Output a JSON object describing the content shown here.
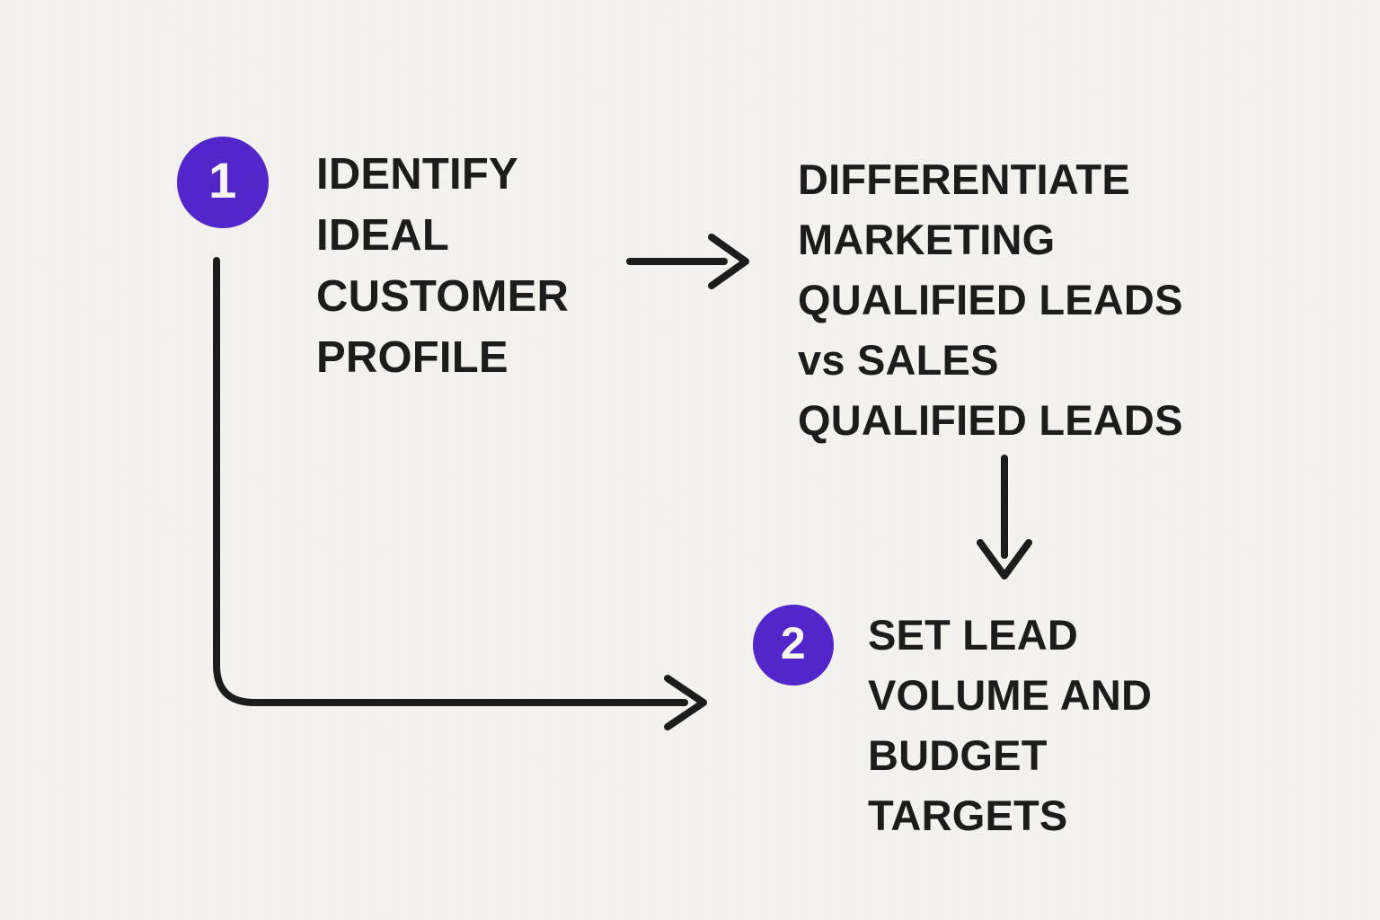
{
  "diagram": {
    "type": "flow-diagram",
    "background_color": "#f4f3ef",
    "ink_color": "#1c1c1c",
    "accent_color": "#5226cc",
    "badge_text_color": "#f7f6f2",
    "nodes": [
      {
        "id": "identify-icp",
        "step_number": "1",
        "has_badge": true,
        "text": "IDENTIFY\nIDEAL\nCUSTOMER\nPROFILE",
        "lines": [
          "IDENTIFY",
          "IDEAL",
          "CUSTOMER",
          "PROFILE"
        ]
      },
      {
        "id": "differentiate-leads",
        "step_number": null,
        "has_badge": false,
        "text": "DIFFERENTIATE\nMARKETING\nQUALIFIED LEADS\nvs SALES\nQUALIFIED LEADS",
        "lines": [
          "DIFFERENTIATE",
          "MARKETING",
          "QUALIFIED LEADS",
          "vs SALES",
          "QUALIFIED LEADS"
        ],
        "line_parts": {
          "vs_prefix": "vs",
          "vs_rest": " SALES"
        }
      },
      {
        "id": "set-targets",
        "step_number": "2",
        "has_badge": true,
        "text": "SET LEAD\nVOLUME AND\nBUDGET\nTARGETS",
        "lines": [
          "SET LEAD",
          "VOLUME AND",
          "BUDGET",
          "TARGETS"
        ]
      }
    ],
    "connectors": [
      {
        "id": "arrow-icp-to-differentiate",
        "kind": "straight-horizontal-arrow",
        "direction": "right",
        "from": "identify-icp",
        "to": "differentiate-leads"
      },
      {
        "id": "arrow-differentiate-to-targets",
        "kind": "straight-vertical-arrow",
        "direction": "down",
        "from": "differentiate-leads",
        "to": "set-targets"
      },
      {
        "id": "arrow-icp-to-targets",
        "kind": "elbow-arrow",
        "direction": "down-then-right",
        "from": "identify-icp",
        "to": "set-targets"
      }
    ]
  }
}
